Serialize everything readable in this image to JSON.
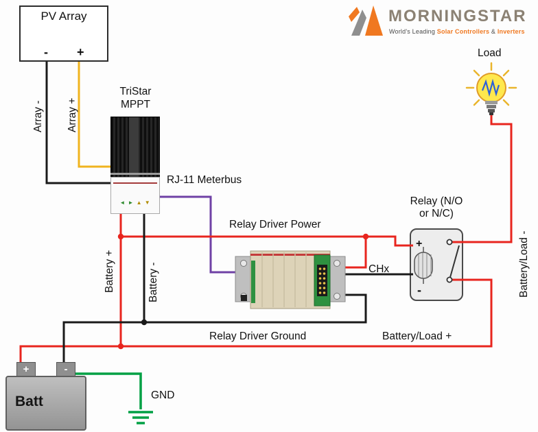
{
  "logo": {
    "brand": "MORNINGSTAR",
    "tagline": {
      "part1": "World's Leading ",
      "part2": "Solar Controllers",
      "part3": " & ",
      "part4": "Inverters"
    }
  },
  "devices": {
    "pv_array": {
      "label": "PV Array",
      "terminal_minus": "-",
      "terminal_plus": "+"
    },
    "tristar": {
      "label_line1": "TriStar",
      "label_line2": "MPPT",
      "display_glyphs_green": "◄ ►",
      "display_glyphs_yellow": "▲ ▼"
    },
    "relay": {
      "label_line1": "Relay (N/O",
      "label_line2": "or N/C)",
      "coil_plus": "+",
      "coil_minus": "-"
    },
    "battery": {
      "label": "Batt",
      "terminal_plus": "+",
      "terminal_minus": "-"
    },
    "load": {
      "label": "Load"
    }
  },
  "wire_labels": {
    "array_minus": "Array -",
    "array_plus": "Array +",
    "rj11": "RJ-11 Meterbus",
    "battery_plus": "Battery +",
    "battery_minus": "Battery -",
    "relay_driver_power": "Relay Driver Power",
    "chx": "CHx",
    "battery_load_minus": "Battery/Load -",
    "relay_driver_ground": "Relay Driver Ground",
    "battery_load_plus": "Battery/Load +",
    "gnd": "GND"
  },
  "colors": {
    "wire_negative_black": "#1a1a1a",
    "wire_positive_red": "#e8251e",
    "wire_array_plus_yellow": "#f0b41e",
    "wire_meterbus_purple": "#6f41a5",
    "wire_ground_green": "#00a044",
    "logo_orange": "#f07820",
    "logo_gray": "#8f8f8f",
    "brand_text_color": "#8b7d6b"
  },
  "icons": {
    "light_bulb": "incandescent bulb with rays and filament",
    "ground_symbol": "three-bar earth ground",
    "morningstar_mark": "orange and gray geometric star"
  }
}
